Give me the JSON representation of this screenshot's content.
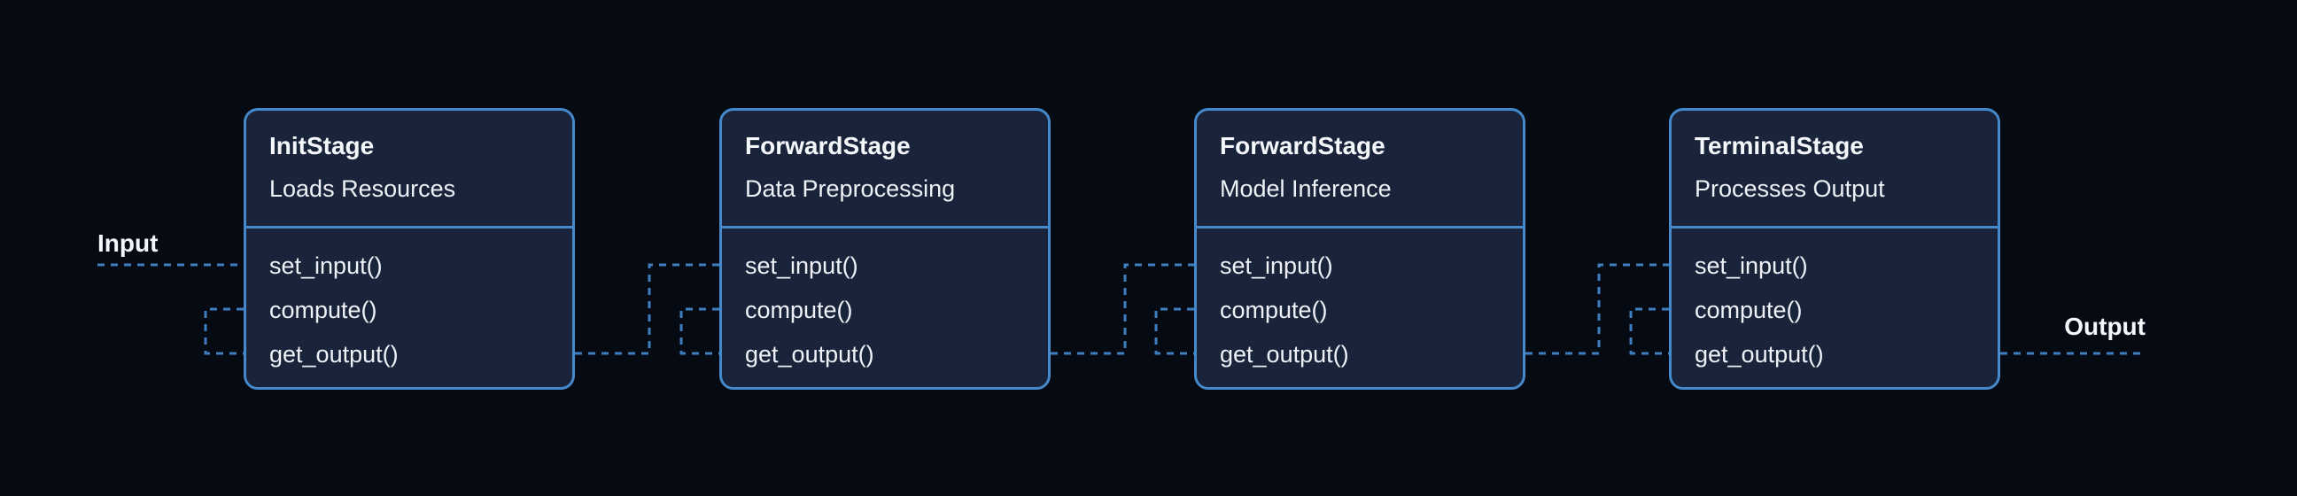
{
  "diagram": {
    "input_label": "Input",
    "output_label": "Output",
    "stages": [
      {
        "title": "InitStage",
        "subtitle": "Loads Resources",
        "methods": [
          "set_input()",
          "compute()",
          "get_output()"
        ]
      },
      {
        "title": "ForwardStage",
        "subtitle": "Data Preprocessing",
        "methods": [
          "set_input()",
          "compute()",
          "get_output()"
        ]
      },
      {
        "title": "ForwardStage",
        "subtitle": "Model Inference",
        "methods": [
          "set_input()",
          "compute()",
          "get_output()"
        ]
      },
      {
        "title": "TerminalStage",
        "subtitle": "Processes Output",
        "methods": [
          "set_input()",
          "compute()",
          "get_output()"
        ]
      }
    ],
    "colors": {
      "background": "#060a13",
      "box_fill": "#19243a",
      "border_blue": "#4589ca",
      "connector_blue": "#3f7fc0",
      "text": "#f5f8fb"
    }
  }
}
